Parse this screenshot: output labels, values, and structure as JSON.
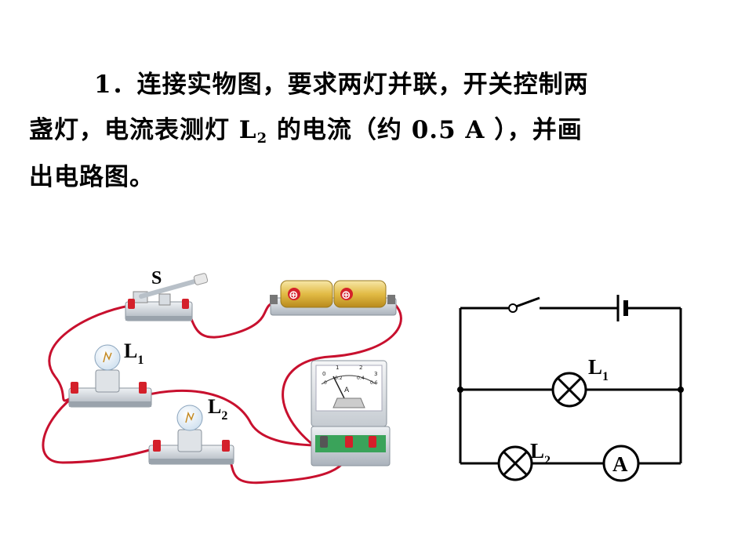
{
  "question": {
    "line1": "1．连接实物图，要求两灯并联，开关控制两",
    "line2_a": "盏灯，电流表测灯 L",
    "line2_sub": "2",
    "line2_b": " 的电流（约 0.5 A ），并画",
    "line3": "出电路图。"
  },
  "real_labels": {
    "switch": "S",
    "lamp1": "L",
    "lamp1_sub": "1",
    "lamp2": "L",
    "lamp2_sub": "2",
    "battery_plus_1": "⊕",
    "battery_plus_2": "⊕",
    "ammeter_unit": "A",
    "ammeter_scale_top": [
      "0",
      "1",
      "2",
      "3"
    ],
    "ammeter_scale_bottom": [
      "0",
      "0.2",
      "0.4",
      "0.6"
    ]
  },
  "schematic": {
    "lamp1_label": "L",
    "lamp1_sub": "1",
    "lamp2_label": "L",
    "lamp2_sub": "2",
    "ammeter_label": "A"
  },
  "colors": {
    "wire": "#c8102e",
    "base": "#c9cfd6",
    "battery": "#e6c35a",
    "terminal": "#d4202a",
    "line": "#000000"
  }
}
